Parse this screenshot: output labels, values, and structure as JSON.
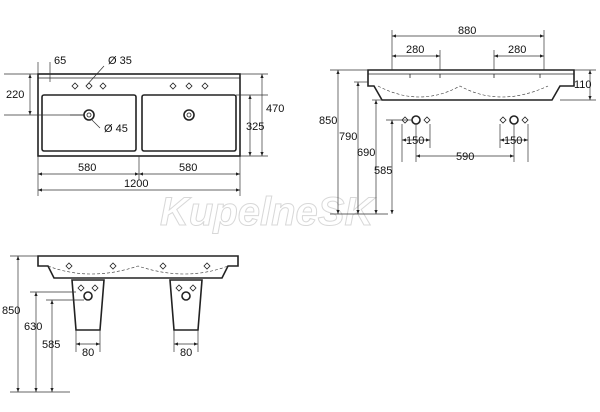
{
  "watermark": "KupelneSK",
  "top_view": {
    "dims": {
      "offset_65": "65",
      "dia_35": "Ø 35",
      "dia_45": "Ø 45",
      "h_220": "220",
      "h_470": "470",
      "h_325": "325",
      "w_580_left": "580",
      "w_580_right": "580",
      "w_1200": "1200"
    }
  },
  "front_view": {
    "dims": {
      "w_880": "880",
      "w_280_left": "280",
      "w_280_right": "280",
      "h_110": "110",
      "h_850": "850",
      "h_790": "790",
      "h_690": "690",
      "h_585": "585",
      "w_150_left": "150",
      "w_150_right": "150",
      "w_590": "590"
    }
  },
  "side_view": {
    "dims": {
      "h_850": "850",
      "h_630": "630",
      "h_585": "585",
      "w_80_left": "80",
      "w_80_right": "80"
    }
  }
}
